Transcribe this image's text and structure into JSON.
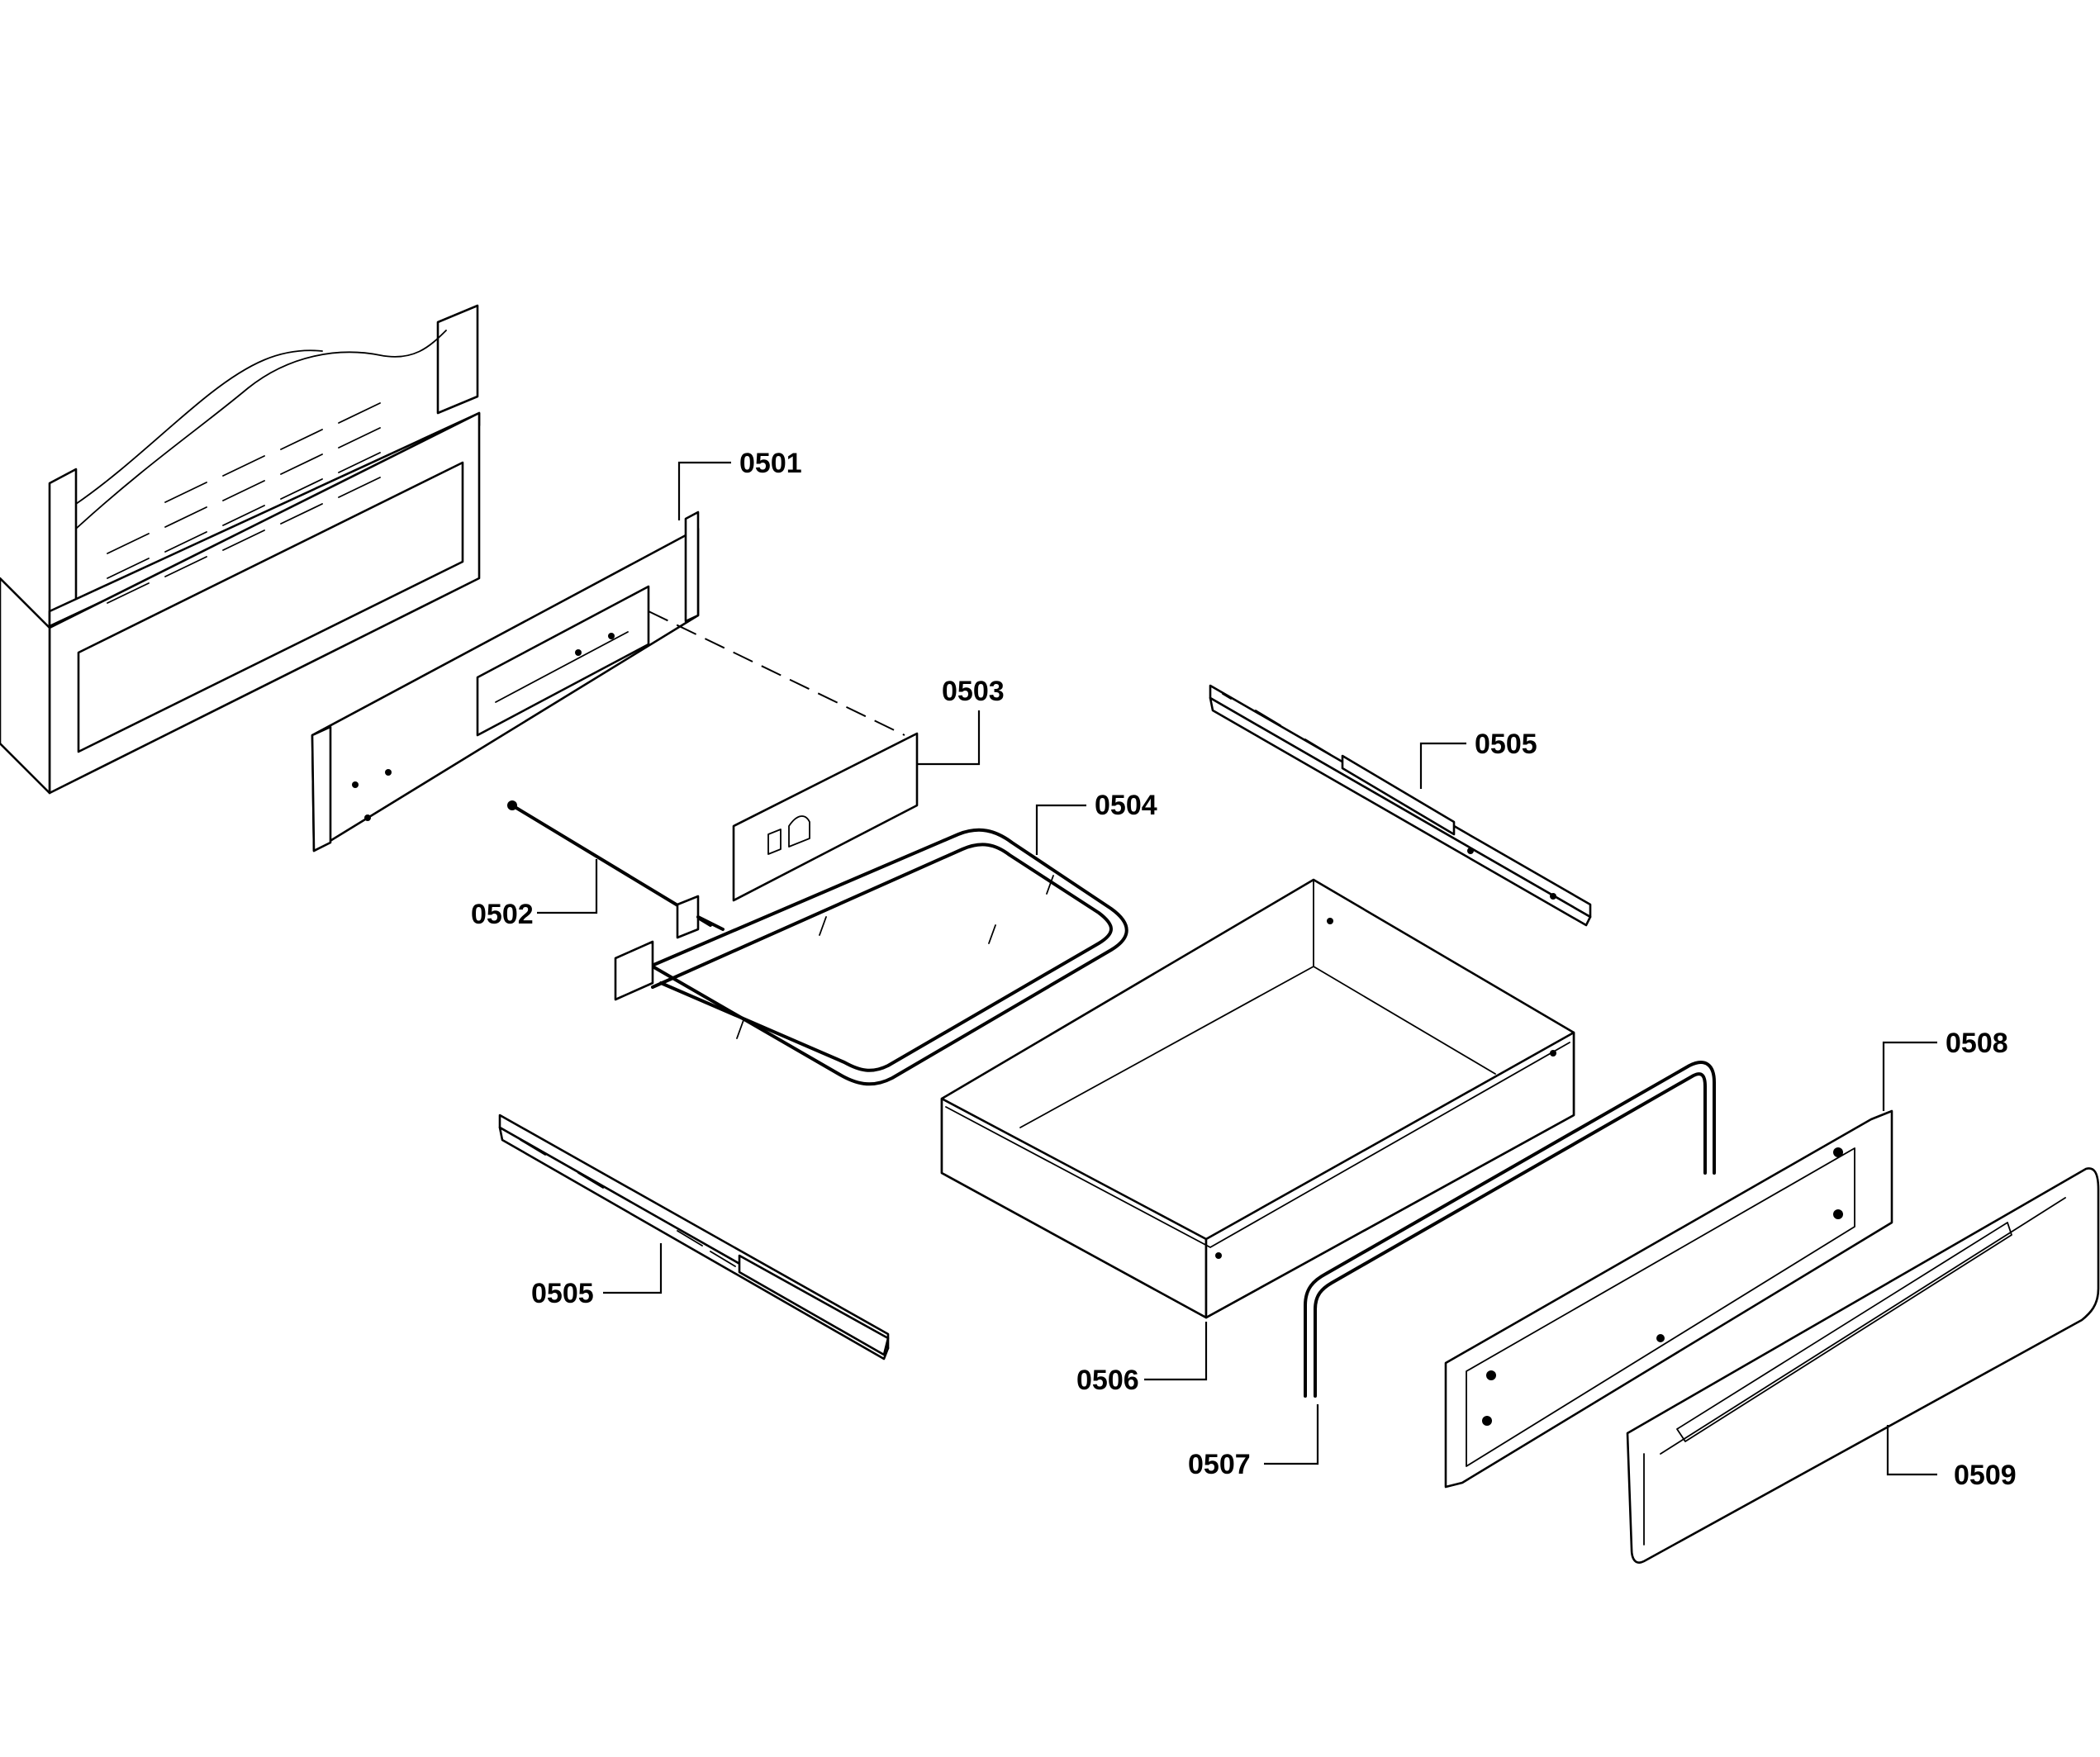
{
  "callouts": {
    "c0501": "0501",
    "c0502": "0502",
    "c0503": "0503",
    "c0504": "0504",
    "c0505_right": "0505",
    "c0505_left": "0505",
    "c0506": "0506",
    "c0507": "0507",
    "c0508": "0508",
    "c0509": "0509"
  }
}
